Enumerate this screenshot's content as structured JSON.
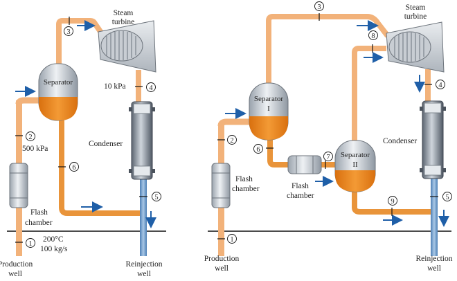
{
  "left": {
    "steam_turbine": "Steam turbine",
    "separator": "Separator",
    "condenser": "Condenser",
    "flash_chamber": "Flash chamber",
    "production_well": "Production well",
    "reinjection_well": "Reinjection well",
    "pressure_condenser": "10 kPa",
    "pressure_flash": "500 kPa",
    "inlet_temperature": "200°C",
    "inlet_flow": "100 kg/s",
    "states": [
      "1",
      "2",
      "3",
      "4",
      "5",
      "6"
    ]
  },
  "right": {
    "steam_turbine": "Steam turbine",
    "separator_1": "Separator I",
    "separator_2": "Separator II",
    "condenser": "Condenser",
    "flash_chamber": "Flash chamber",
    "production_well": "Production well",
    "reinjection_well": "Reinjection well",
    "states": [
      "1",
      "2",
      "3",
      "4",
      "5",
      "6",
      "7",
      "8",
      "9"
    ]
  },
  "colors": {
    "pipe_orange": "#f2b27a",
    "pipe_brine": "#e9943a",
    "liquid": "#e8841c",
    "pipe_blue": "#6f9fcf",
    "arrow": "#1f5fa8",
    "vessel": "#cfd5dc",
    "turbine": "#d5d9de"
  }
}
